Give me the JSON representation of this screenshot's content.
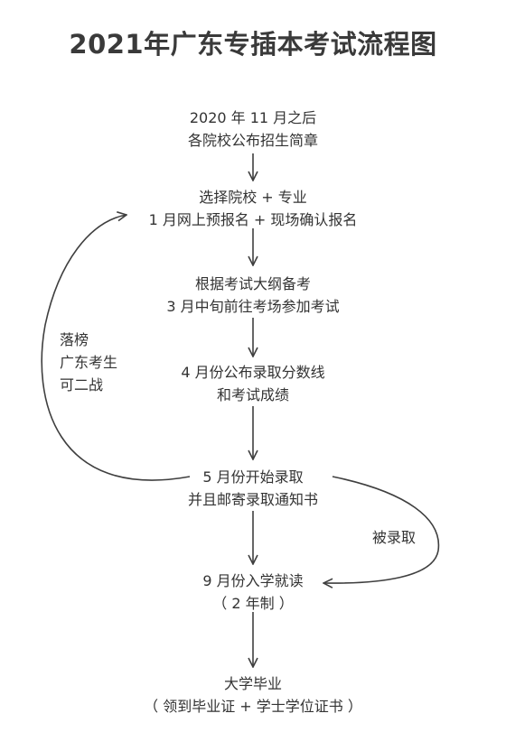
{
  "title": "2021年广东专插本考试流程图",
  "steps": [
    {
      "line1": "2020 年 11 月之后",
      "line2": "各院校公布招生简章"
    },
    {
      "line1": "选择院校 + 专业",
      "line2": "1 月网上预报名 + 现场确认报名"
    },
    {
      "line1": "根据考试大纲备考",
      "line2": "3 月中旬前往考场参加考试"
    },
    {
      "line1": "4 月份公布录取分数线",
      "line2": "和考试成绩"
    },
    {
      "line1": "5 月份开始录取",
      "line2": "并且邮寄录取通知书"
    },
    {
      "line1": "9 月份入学就读",
      "line2": "（ 2 年制 ）"
    },
    {
      "line1": "大学毕业",
      "line2": "（ 领到毕业证 + 学士学位证书 ）"
    }
  ],
  "loop_label": {
    "line1": "落榜",
    "line2": "广东考生",
    "line3": "可二战"
  },
  "admitted_label": "被录取",
  "colors": {
    "line": "#3f3f3f",
    "text": "#333333",
    "title": "#3a3a3a"
  }
}
